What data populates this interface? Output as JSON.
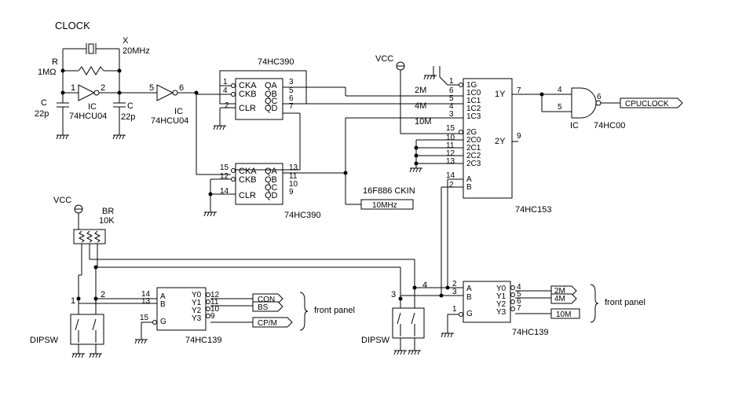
{
  "clock": {
    "title": "CLOCK",
    "crystal_ref": "X",
    "crystal_value": "20MHz",
    "resistor_ref": "R",
    "resistor_value": "1MΩ",
    "c_ref": "C",
    "c_value": "22p",
    "ic_label": "IC",
    "inverter_part": "74HCU04",
    "pins": {
      "p1": "1",
      "p2": "2",
      "p5": "5",
      "p6": "6"
    }
  },
  "u390a": {
    "part": "74HC390",
    "left_pins": [
      "CKA",
      "CKB",
      "CLR"
    ],
    "right_pins": [
      "QA",
      "QB",
      "QC",
      "QD"
    ],
    "left_nums": [
      "1",
      "4",
      "2"
    ],
    "right_nums": [
      "3",
      "5",
      "6",
      "7"
    ]
  },
  "u390b": {
    "part": "74HC390",
    "left_pins": [
      "CKA",
      "CKB",
      "CLR"
    ],
    "right_pins": [
      "QA",
      "QB",
      "QC",
      "QD"
    ],
    "left_nums": [
      "15",
      "12",
      "14"
    ],
    "right_nums": [
      "13",
      "11",
      "10",
      "9"
    ]
  },
  "vcc_label": "VCC",
  "mux": {
    "part": "74HC153",
    "left_pins": [
      "1G",
      "1C0",
      "1C1",
      "1C2",
      "1C3",
      "2G",
      "2C0",
      "2C1",
      "2C2",
      "2C3",
      "A",
      "B"
    ],
    "left_nums": [
      "1",
      "6",
      "5",
      "4",
      "3",
      "15",
      "10",
      "11",
      "12",
      "13",
      "14",
      "2"
    ],
    "right_pins": [
      "1Y",
      "2Y"
    ],
    "right_nums": [
      "7",
      "9"
    ],
    "in_labels": [
      "2M",
      "4M",
      "10M"
    ]
  },
  "nand": {
    "ic_label": "IC",
    "part": "74HC00",
    "pins": {
      "in1": "4",
      "in2": "5",
      "out": "6"
    },
    "output_net": "CPUCLOCK"
  },
  "ckin": {
    "label": "16F886 CKIN",
    "value": "10MHz"
  },
  "br": {
    "ref": "BR",
    "value": "10K"
  },
  "dec1": {
    "part": "74HC139",
    "left_pins": [
      "A",
      "B",
      "G"
    ],
    "left_nums": [
      "14",
      "13",
      "15"
    ],
    "right_pins": [
      "Y0",
      "Y1",
      "Y2",
      "Y3"
    ],
    "right_nums": [
      "12",
      "11",
      "10",
      "9"
    ],
    "outputs": [
      "CON",
      "BS",
      "CP/M"
    ],
    "in_nums": [
      "1",
      "2"
    ]
  },
  "dec2": {
    "part": "74HC139",
    "left_pins": [
      "A",
      "B",
      "G"
    ],
    "left_nums": [
      "2",
      "3",
      "1"
    ],
    "right_pins": [
      "Y0",
      "Y1",
      "Y2",
      "Y3"
    ],
    "right_nums": [
      "4",
      "5",
      "6",
      "7"
    ],
    "outputs": [
      "2M",
      "4M",
      "10M"
    ],
    "in_nums": [
      "3",
      "4"
    ]
  },
  "front_panel": "front panel",
  "dipsw": "DIPSW"
}
